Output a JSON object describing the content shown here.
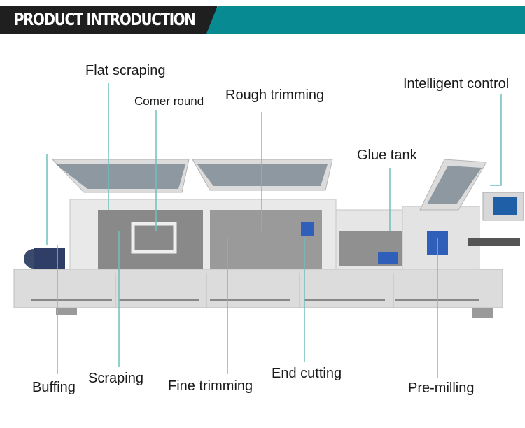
{
  "header": {
    "title": "PRODUCT INTRODUCTION",
    "colors": {
      "dark": "#1f1f1f",
      "teal": "#088a92",
      "callout_line": "#6fbfbf"
    }
  },
  "labels": {
    "flat_scraping": "Flat scraping",
    "corner_round": "Comer round",
    "rough_trimming": "Rough trimming",
    "intelligent_control": "Intelligent control",
    "glue_tank": "Glue tank",
    "buffing": "Buffing",
    "scraping": "Scraping",
    "fine_trimming": "Fine trimming",
    "end_cutting": "End cutting",
    "pre_milling": "Pre-milling"
  }
}
